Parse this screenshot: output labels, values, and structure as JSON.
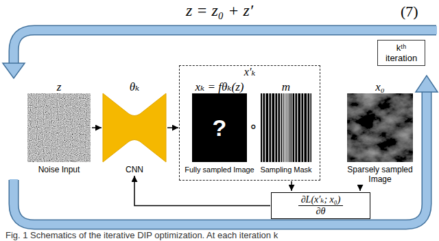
{
  "diagram": {
    "caption": "Fig. 1 Schematics of the iterative DIP optimization. At each iteration k",
    "nodes": [
      {
        "text": [
          "z",
          "Noise Input"
        ]
      },
      {
        "text": [
          "θₖ",
          "CNN"
        ]
      },
      {
        "text": [
          "x′ₖ"
        ]
      },
      {
        "text": [
          "xₖ = fθₖ(z)",
          "?",
          "Fully sampled Image"
        ],
        "in": 2
      },
      {
        "text": [
          "m",
          "Sampling Mask"
        ],
        "in": 2
      },
      {
        "text": [
          "x₀",
          "Sparsely sampled Image"
        ]
      },
      {
        "text": [
          "∂L(x′ₖ; x₀)",
          "∂θ"
        ]
      },
      {
        "text": [
          "kᵗʰ iteration"
        ]
      }
    ],
    "edges": [
      {
        "from": 0,
        "to": 1,
        "arrow": "to"
      },
      {
        "from": 1,
        "to": 2,
        "arrow": "to"
      },
      {
        "from": 2,
        "to": 6,
        "arrow": "to"
      },
      {
        "from": 5,
        "to": 6,
        "arrow": "to"
      },
      {
        "from": 6,
        "to": 1,
        "arrow": "to"
      }
    ],
    "labels": [
      "z = z₀ + z′",
      "(7)",
      "∘"
    ]
  }
}
